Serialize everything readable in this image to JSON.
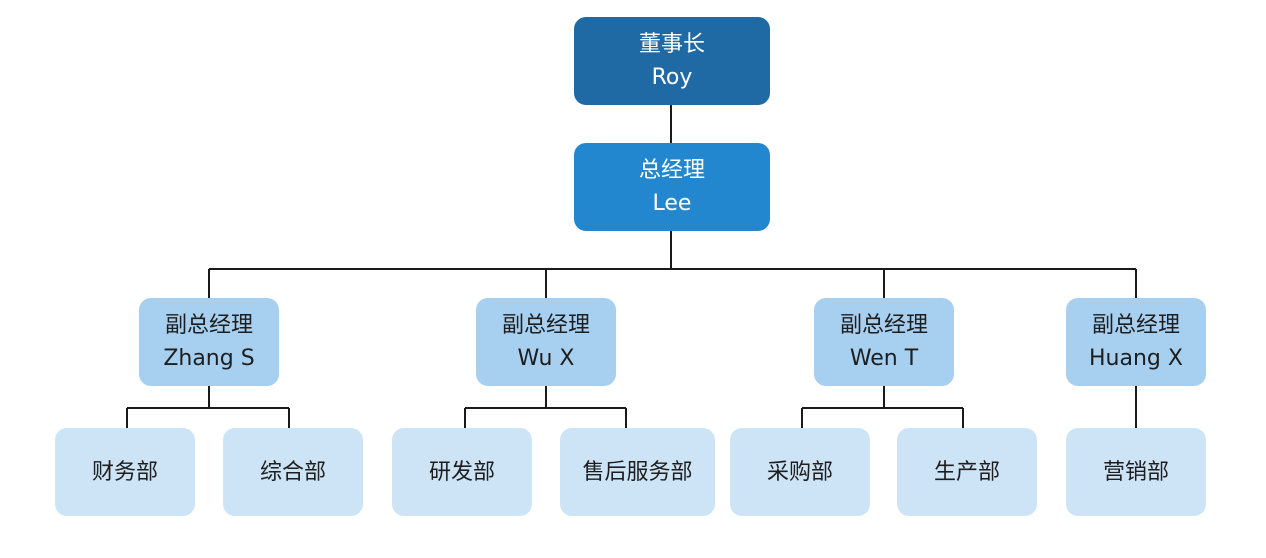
{
  "colors": {
    "level0": "#1f6aa5",
    "level1": "#2387d0",
    "level2": "#a6cff0",
    "level3": "#cde3f6",
    "connector": "#1a1a1a"
  },
  "chairman": {
    "title": "董事长",
    "name": "Roy"
  },
  "general_manager": {
    "title": "总经理",
    "name": "Lee"
  },
  "vice_managers": [
    {
      "title": "副总经理",
      "name": "Zhang S"
    },
    {
      "title": "副总经理",
      "name": "Wu X"
    },
    {
      "title": "副总经理",
      "name": "Wen T"
    },
    {
      "title": "副总经理",
      "name": "Huang X"
    }
  ],
  "departments": [
    {
      "label": "财务部"
    },
    {
      "label": "综合部"
    },
    {
      "label": "研发部"
    },
    {
      "label": "售后服务部"
    },
    {
      "label": "采购部"
    },
    {
      "label": "生产部"
    },
    {
      "label": "营销部"
    }
  ]
}
